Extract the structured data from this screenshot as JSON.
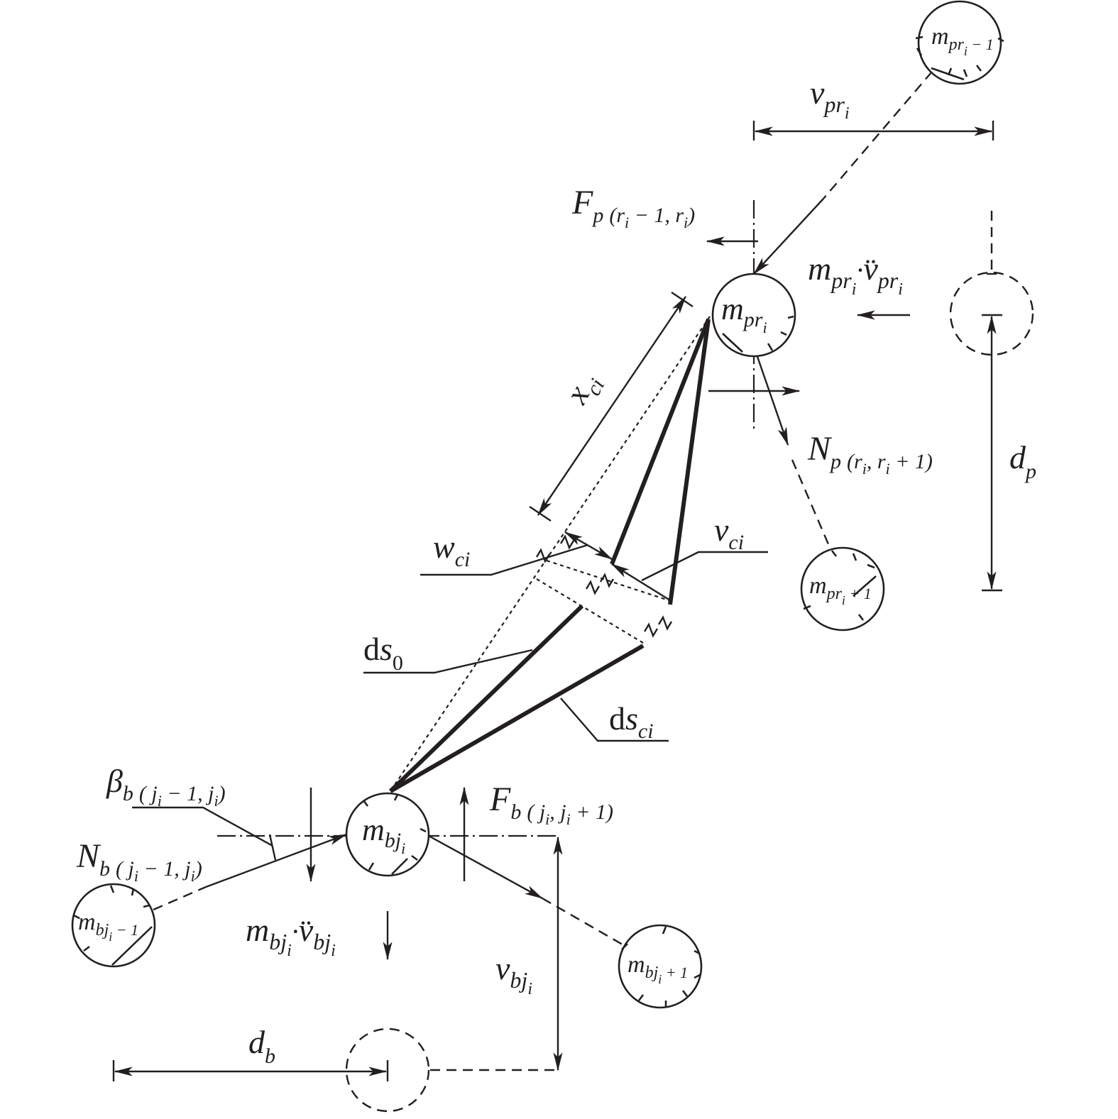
{
  "masses": {
    "m_pr_prev": {
      "base": "m",
      "sub": "pr",
      "subsub": "i",
      "tail": " − 1"
    },
    "m_pr": {
      "base": "m",
      "sub": "pr",
      "subsub": "i",
      "tail": ""
    },
    "m_pr_next": {
      "base": "m",
      "sub": "pr",
      "subsub": "i",
      "tail": " + 1"
    },
    "m_bj": {
      "base": "m",
      "sub": "bj",
      "subsub": "i",
      "tail": ""
    },
    "m_bj_prev": {
      "base": "m",
      "sub": "bj",
      "subsub": "i",
      "tail": " − 1"
    },
    "m_bj_next": {
      "base": "m",
      "sub": "bj",
      "subsub": "i",
      "tail": " + 1"
    }
  },
  "labels": {
    "v_pr": {
      "base": "v",
      "sub": "pr",
      "subsub": "i"
    },
    "F_p": {
      "base": "F",
      "sub": "p",
      "args": "(r",
      "args_sub": "i",
      "args_tail": " − 1, r",
      "args_sub2": "i",
      "args_close": ")"
    },
    "m_pr_accel": {
      "base": "m",
      "sub": "pr",
      "subsub": "i",
      "dot": "·",
      "acc": "v̈",
      "acc_sub": "pr",
      "acc_subsub": "i"
    },
    "x_c": {
      "base": "x",
      "sub": "ci"
    },
    "N_p": {
      "base": "N",
      "sub": "p",
      "args": "(r",
      "args_sub": "i",
      "args_tail": ", r",
      "args_sub2": "i",
      "args_close": " + 1)"
    },
    "d_p": {
      "base": "d",
      "sub": "p"
    },
    "w_c": {
      "base": "w",
      "sub": "ci"
    },
    "v_c": {
      "base": "v",
      "sub": "ci"
    },
    "ds0": {
      "d": "d",
      "base": "s",
      "sub": "0"
    },
    "dsc": {
      "d": "d",
      "base": "s",
      "sub": "ci"
    },
    "beta_b": {
      "base": "β",
      "sub": "b",
      "args": "( j",
      "args_sub": "i",
      "args_tail": " − 1, j",
      "args_sub2": "i",
      "args_close": ")"
    },
    "F_b": {
      "base": "F",
      "sub": "b",
      "args": "( j",
      "args_sub": "i",
      "args_tail": ", j",
      "args_sub2": "i",
      "args_close": " + 1)"
    },
    "N_b": {
      "base": "N",
      "sub": "b",
      "args": "( j",
      "args_sub": "i",
      "args_tail": " − 1, j",
      "args_sub2": "i",
      "args_close": ")"
    },
    "m_bj_accel": {
      "base": "m",
      "sub": "bj",
      "subsub": "i",
      "dot": "·",
      "acc": "v̈",
      "acc_sub": "bj",
      "acc_subsub": "i"
    },
    "v_bj": {
      "base": "v",
      "sub": "bj",
      "subsub": "i"
    },
    "d_b": {
      "base": "d",
      "sub": "b"
    }
  },
  "colors": {
    "ink": "#231f20",
    "background": "#ffffff"
  }
}
